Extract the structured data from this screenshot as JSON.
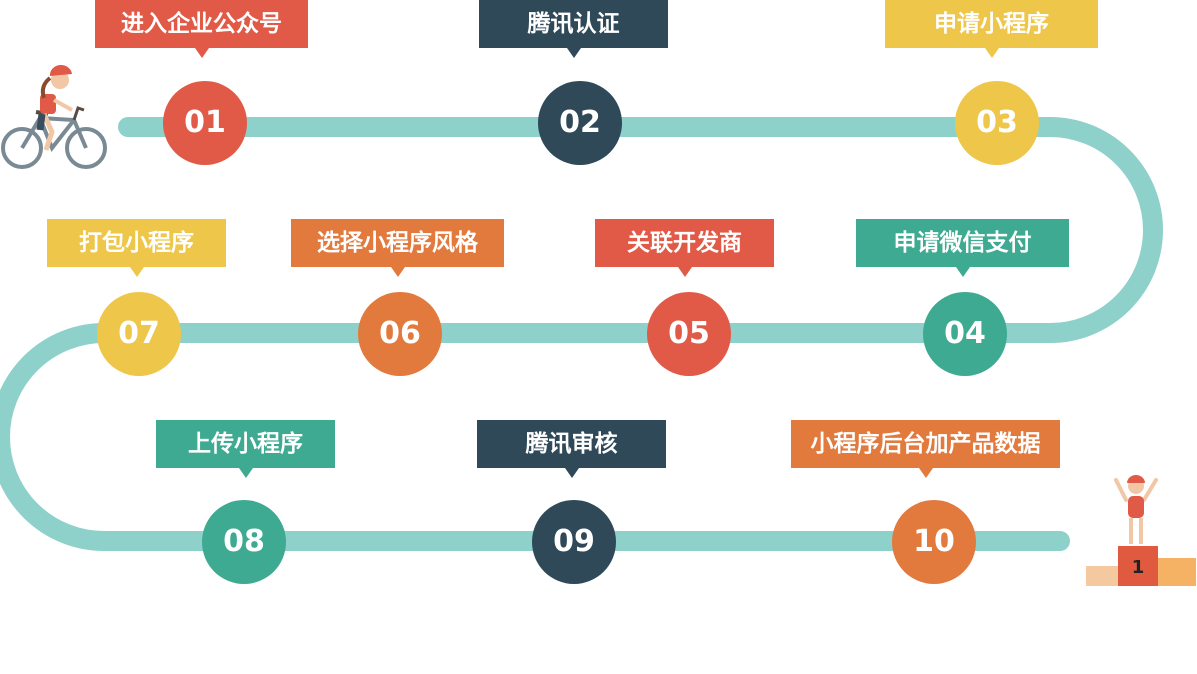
{
  "steps": [
    {
      "number": "01",
      "label": "进入企业公众号",
      "color": "red"
    },
    {
      "number": "02",
      "label": "腾讯认证",
      "color": "navy"
    },
    {
      "number": "03",
      "label": "申请小程序",
      "color": "yellow"
    },
    {
      "number": "04",
      "label": "申请微信支付",
      "color": "teal"
    },
    {
      "number": "05",
      "label": "关联开发商",
      "color": "red"
    },
    {
      "number": "06",
      "label": "选择小程序风格",
      "color": "orange"
    },
    {
      "number": "07",
      "label": "打包小程序",
      "color": "yellow"
    },
    {
      "number": "08",
      "label": "上传小程序",
      "color": "teal"
    },
    {
      "number": "09",
      "label": "腾讯审核",
      "color": "navy"
    },
    {
      "number": "10",
      "label": "小程序后台加产品数据",
      "color": "orange"
    }
  ],
  "podium": {
    "rank": "1"
  },
  "colors": {
    "road": "#8ed1cb",
    "red": "#e15a47",
    "navy": "#2f4959",
    "yellow": "#eec64a",
    "teal": "#3daa91",
    "orange": "#e27a3d"
  }
}
